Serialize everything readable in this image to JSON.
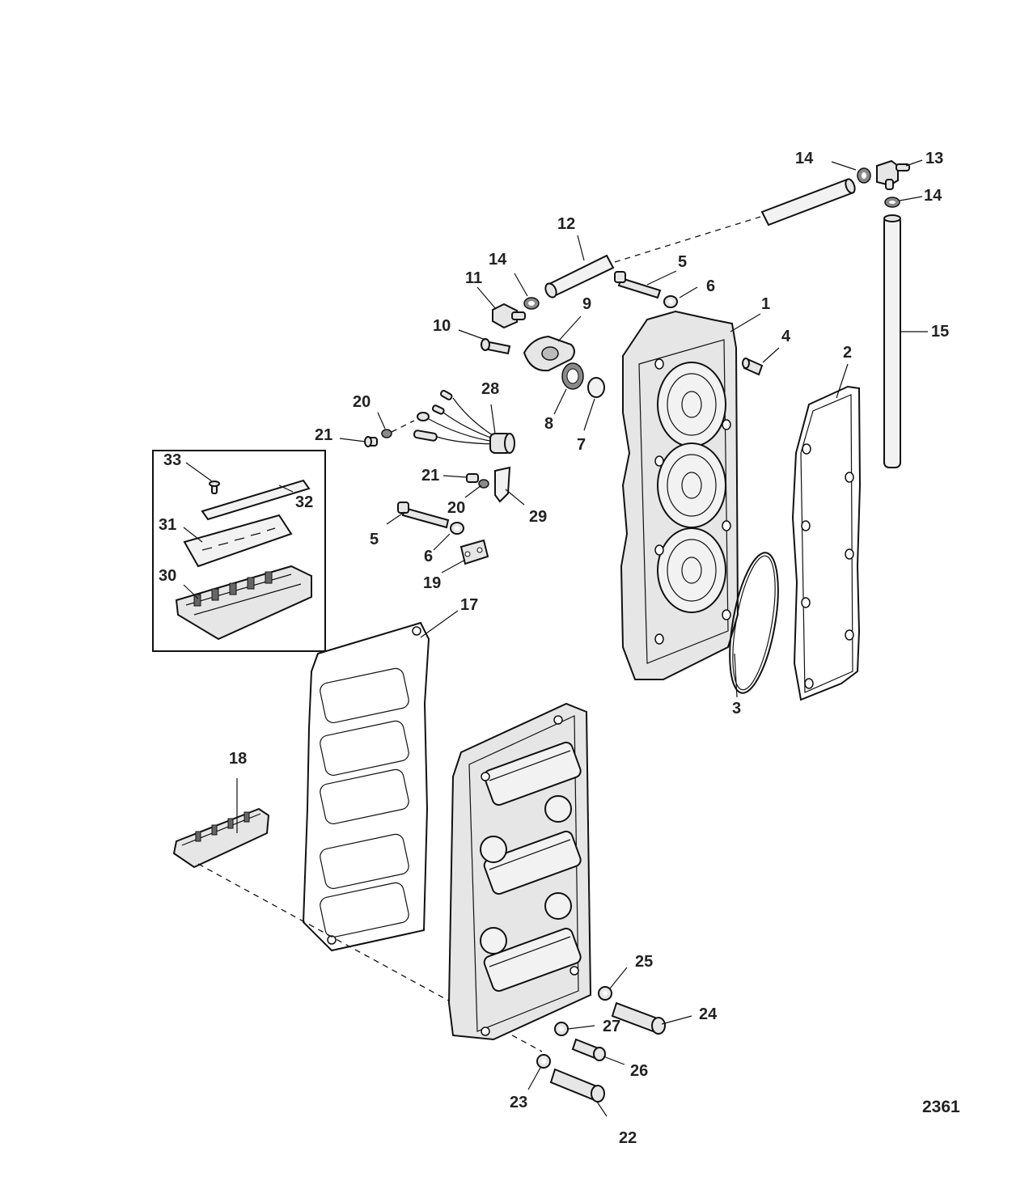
{
  "figure": {
    "number": "2361",
    "callouts": [
      {
        "id": "c1",
        "label": "1"
      },
      {
        "id": "c2",
        "label": "2"
      },
      {
        "id": "c3",
        "label": "3"
      },
      {
        "id": "c4",
        "label": "4"
      },
      {
        "id": "c5a",
        "label": "5"
      },
      {
        "id": "c5b",
        "label": "5"
      },
      {
        "id": "c6a",
        "label": "6"
      },
      {
        "id": "c6b",
        "label": "6"
      },
      {
        "id": "c7",
        "label": "7"
      },
      {
        "id": "c8",
        "label": "8"
      },
      {
        "id": "c9",
        "label": "9"
      },
      {
        "id": "c10",
        "label": "10"
      },
      {
        "id": "c11",
        "label": "11"
      },
      {
        "id": "c12",
        "label": "12"
      },
      {
        "id": "c13",
        "label": "13"
      },
      {
        "id": "c14a",
        "label": "14"
      },
      {
        "id": "c14b",
        "label": "14"
      },
      {
        "id": "c14c",
        "label": "14"
      },
      {
        "id": "c15",
        "label": "15"
      },
      {
        "id": "c17",
        "label": "17"
      },
      {
        "id": "c18",
        "label": "18"
      },
      {
        "id": "c19",
        "label": "19"
      },
      {
        "id": "c20a",
        "label": "20"
      },
      {
        "id": "c20b",
        "label": "20"
      },
      {
        "id": "c21a",
        "label": "21"
      },
      {
        "id": "c21b",
        "label": "21"
      },
      {
        "id": "c22",
        "label": "22"
      },
      {
        "id": "c23",
        "label": "23"
      },
      {
        "id": "c24",
        "label": "24"
      },
      {
        "id": "c25",
        "label": "25"
      },
      {
        "id": "c26",
        "label": "26"
      },
      {
        "id": "c27",
        "label": "27"
      },
      {
        "id": "c28",
        "label": "28"
      },
      {
        "id": "c29",
        "label": "29"
      },
      {
        "id": "c30",
        "label": "30"
      },
      {
        "id": "c31",
        "label": "31"
      },
      {
        "id": "c32",
        "label": "32"
      },
      {
        "id": "c33",
        "label": "33"
      }
    ]
  }
}
